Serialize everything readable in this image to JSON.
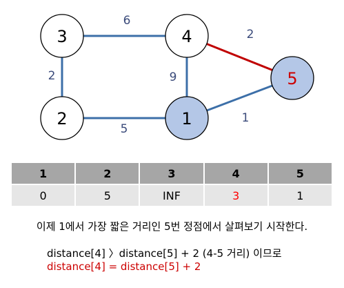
{
  "graph": {
    "nodes": [
      {
        "id": "3",
        "label": "3",
        "visited": false
      },
      {
        "id": "4",
        "label": "4",
        "visited": false
      },
      {
        "id": "5",
        "label": "5",
        "visited": true,
        "label_color": "#cc0000"
      },
      {
        "id": "2",
        "label": "2",
        "visited": false
      },
      {
        "id": "1",
        "label": "1",
        "visited": true
      }
    ],
    "edges": [
      {
        "from": "3",
        "to": "4",
        "weight": "6",
        "highlight": false
      },
      {
        "from": "4",
        "to": "5",
        "weight": "2",
        "highlight": true
      },
      {
        "from": "3",
        "to": "2",
        "weight": "2",
        "highlight": false
      },
      {
        "from": "4",
        "to": "1",
        "weight": "9",
        "highlight": false
      },
      {
        "from": "2",
        "to": "1",
        "weight": "5",
        "highlight": false
      },
      {
        "from": "1",
        "to": "5",
        "weight": "1",
        "highlight": false
      }
    ],
    "colors": {
      "edge": "#3c6fa8",
      "edge_highlight": "#c00000",
      "visited_fill": "#b4c7e7",
      "node_fill": "#ffffff"
    }
  },
  "table": {
    "headers": [
      "1",
      "2",
      "3",
      "4",
      "5"
    ],
    "values": [
      "0",
      "5",
      "INF",
      "3",
      "1"
    ],
    "highlight_index": 3
  },
  "description": "이제 1에서 가장 짧은 거리인 5번 정점에서 살펴보기 시작한다.",
  "formula_line1": "distance[4] 〉distance[5] + 2 (4-5 거리) 이므로",
  "formula_line2": "distance[4] = distance[5] + 2"
}
